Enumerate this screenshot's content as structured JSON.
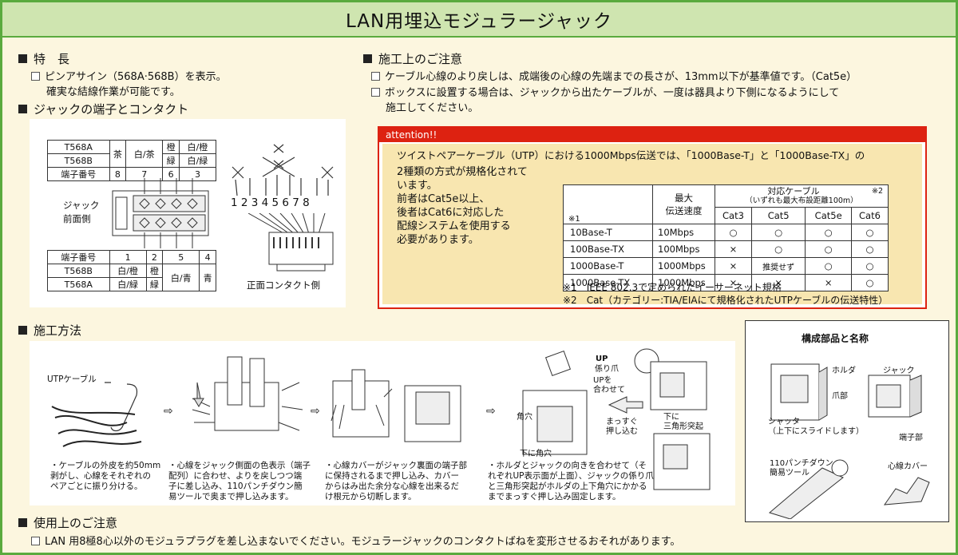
{
  "title": "LAN用埋込モジュラージャック",
  "features": {
    "heading": "特　長",
    "items": [
      "ピンアサイン（568A·568B）を表示。",
      "確実な結線作業が可能です。"
    ]
  },
  "jack_section": {
    "heading": "ジャックの端子とコンタクト",
    "top_table": {
      "rows": [
        [
          "T568A",
          "茶",
          "白/茶",
          "橙",
          "白/橙"
        ],
        [
          "T568B",
          "",
          "",
          "緑",
          "白/緑"
        ],
        [
          "端子番号",
          "8",
          "7",
          "6",
          "3"
        ]
      ]
    },
    "jack_label_1": "ジャック",
    "jack_label_2": "前面側",
    "bottom_table": {
      "rows": [
        [
          "端子番号",
          "1",
          "2",
          "5",
          "4"
        ],
        [
          "T568B",
          "白/橙",
          "橙",
          "白/青",
          "青"
        ],
        [
          "T568A",
          "白/緑",
          "緑",
          "",
          ""
        ]
      ]
    },
    "pin_numbers": "1 2 3 4 5 6 7 8",
    "front_contact_label": "正面コンタクト側"
  },
  "construction_notes": {
    "heading": "施工上のご注意",
    "items": [
      "ケーブル心線のより戻しは、成端後の心線の先端までの長さが、13mm以下が基準値です。（Cat5e）",
      "ボックスに設置する場合は、ジャックから出たケーブルが、一度は器具より下側になるようにして",
      "施工してください。"
    ]
  },
  "attention": {
    "label": "attention!!",
    "line1": "ツイストペアーケーブル（UTP）における1000Mbps伝送では、「1000Base-T」と「1000Base-TX」の",
    "text_lines": [
      "2種類の方式が規格化されて",
      "います。",
      "前者はCat5e以上、",
      "後者はCat6に対応した",
      "配線システムを使用する",
      "必要があります。"
    ],
    "table": {
      "note1": "※1",
      "speed_header_1": "最大",
      "speed_header_2": "伝送速度",
      "cable_header": "対応ケーブル",
      "cable_note": "※2",
      "cable_sub": "（いずれも最大布設距離100m）",
      "cats": [
        "Cat3",
        "Cat5",
        "Cat5e",
        "Cat6"
      ],
      "rows": [
        {
          "name": "10Base-T",
          "speed": "10Mbps",
          "v": [
            "○",
            "○",
            "○",
            "○"
          ]
        },
        {
          "name": "100Base-TX",
          "speed": "100Mbps",
          "v": [
            "×",
            "○",
            "○",
            "○"
          ]
        },
        {
          "name": "1000Base-T",
          "speed": "1000Mbps",
          "v": [
            "×",
            "推奨せず",
            "○",
            "○"
          ]
        },
        {
          "name": "1000Base-TX",
          "speed": "1000Mbps",
          "v": [
            "×",
            "×",
            "×",
            "○"
          ]
        }
      ]
    },
    "footnote1": "※1　IEEE 802.3で定められたイーサーネット規格",
    "footnote2": "※2　Cat（カテゴリー:TIA/EIAにて規格化されたUTPケーブルの伝送特性）"
  },
  "procedure": {
    "heading": "施工方法",
    "utp_label": "UTPケーブル",
    "steps": [
      [
        "・ケーブルの外皮を約50mm",
        "剥がし、心線をそれぞれの",
        "ペアごとに振り分ける。"
      ],
      [
        "・心線をジャック側面の色表示（端子",
        "配列）に合わせ、よりを戻しつつ端",
        "子に差し込み、110パンチダウン簡",
        "易ツールで奥まで押し込みます。"
      ],
      [
        "・心線カバーがジャック裏面の端子部",
        "に保持されるまで押し込み、カバー",
        "からはみ出た余分な心線を出来るだ",
        "け根元から切断します。"
      ],
      [
        "・ホルダとジャックの向きを合わせて（そ",
        "れぞれUP表示面が上面）、ジャックの係り爪",
        "と三角形突起がホルダの上下角穴にかかる",
        "までまっすぐ押し込み固定します。"
      ]
    ],
    "labels": {
      "kakarizume": "係り爪",
      "up_align_1": "UPを",
      "up_align_2": "合わせて",
      "kakuana": "角穴",
      "massugu_1": "まっすぐ",
      "massugu_2": "押し込む",
      "shita_ni_1": "下に",
      "shita_ni_2": "三角形突起",
      "shita_kakuana": "下に角穴",
      "up": "UP"
    }
  },
  "parts": {
    "heading": "構成部品と名称",
    "holder": "ホルダ",
    "jack": "ジャック",
    "tsume": "爪部",
    "shutter_1": "シャッタ",
    "shutter_2": "（上下にスライドします）",
    "terminal": "端子部",
    "tool_1": "110パンチダウン",
    "tool_2": "簡易ツール",
    "cover": "心線カバー"
  },
  "usage_notes": {
    "heading": "使用上のご注意",
    "item": "LAN 用8極8心以外のモジュラプラグを差し込まないでください。モジュラージャックのコンタクトばねを変形させるおそれがあります。"
  },
  "colors": {
    "border": "#5aaa3e",
    "title_bg": "#cfe5b0",
    "page_bg": "#fcf6df",
    "attention": "#d21",
    "attention_bg": "#f8e6b0"
  }
}
